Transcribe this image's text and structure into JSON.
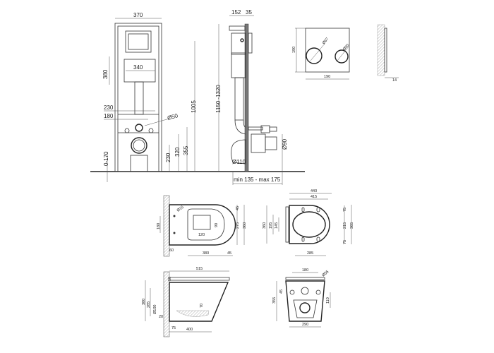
{
  "frame_front": {
    "width": "370",
    "cistern_height": "380",
    "cistern_width": "340",
    "holes_outer": "230",
    "holes_inner": "180",
    "drain_dia": "Ø50",
    "flush_height": "1005",
    "hole_height_upper": "355",
    "hole_height_lower": "320",
    "bowl_height": "230",
    "floor_adjust": "0-170"
  },
  "frame_side": {
    "depth": "152",
    "panel": "35",
    "height_range": "1150 -1320",
    "outlet_dia": "Ø110",
    "pipe_dia": "Ø90",
    "wall_distance": "min 135 - max 175"
  },
  "flush_plate": {
    "height": "190",
    "width": "190",
    "button_large": "Ø67",
    "button_small": "Ø50",
    "thickness": "14"
  },
  "bowl_top": {
    "bolt_spacing": "180",
    "bolt_dia": "Ø15",
    "bolt_offset": "60",
    "opening_width": "120",
    "opening_depth": "90",
    "rim_offset": "45",
    "opening_length": "275",
    "total_width": "360",
    "length": "380",
    "edge": "45"
  },
  "seat_top": {
    "total_width": "440",
    "inner_width": "415",
    "height": "360",
    "hinge_outer": "195",
    "hinge_inner": "145",
    "pad_top": "75",
    "pad_span": "215",
    "pad_bottom": "75",
    "total_depth": "365",
    "seat_depth": "285"
  },
  "bowl_side": {
    "length": "515",
    "seat_height": "50",
    "height": "380",
    "outlet_height": "285",
    "outlet_dia": "Ø100",
    "base_offset": "20",
    "trap_depth": "70",
    "foot_offset": "75",
    "base_length": "400"
  },
  "bowl_front": {
    "bolt_spacing": "180",
    "outlet_dia": "Ø55",
    "bolt_height": "45",
    "height": "355",
    "outlet_offset": "110",
    "base_width": "290"
  }
}
